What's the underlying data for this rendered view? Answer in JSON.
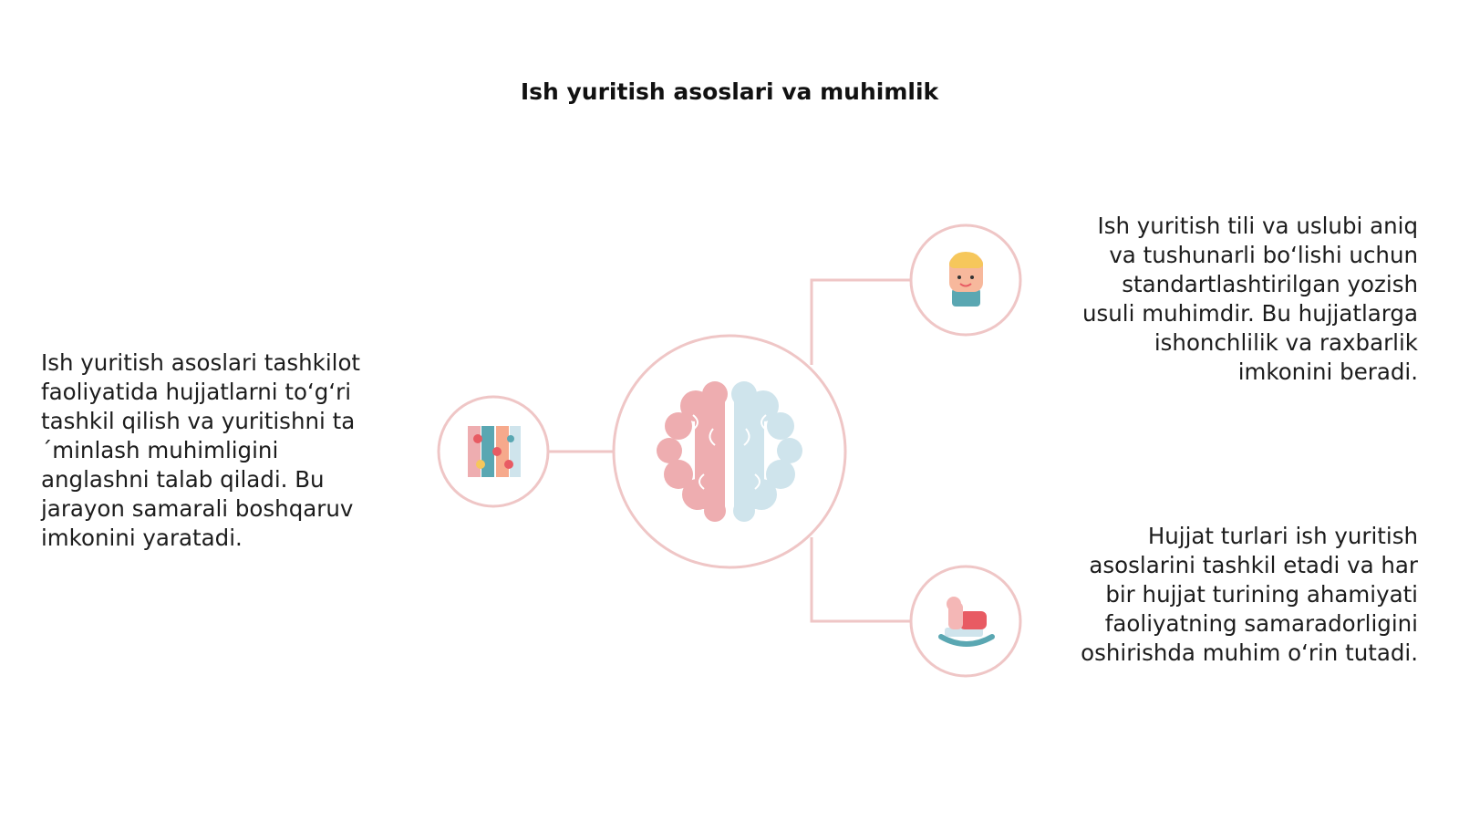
{
  "slide": {
    "title": "Ish yuritish asoslari va muhimlik",
    "left_text": "Ish yuritish asoslari tashkilot faoliyatida hujjatlarni to‘g‘ri tashkil qilish va yuritishni ta´minlash muhimligini anglashni talab qiladi. Bu jarayon samarali boshqaruv imkonini yaratadi.",
    "right_top_text": "Ish yuritish tili va uslubi aniq va tushunarli bo‘lishi uchun standartlashtirilgan yozish usuli muhimdir. Bu hujjatlarga ishonchlilik va raxbarlik imkonini beradi.",
    "right_bottom_text": "Hujjat turlari ish yuritish asoslarini tashkil etadi va har bir hujjat turining ahamiyati faoliyatning samaradorligini oshirishda muhim o‘rin tutadi."
  },
  "diagram": {
    "center_icon": "brain-icon",
    "left_icon": "puzzle-icon",
    "top_right_icon": "person-icon",
    "bottom_right_icon": "rocking-horse-icon",
    "colors": {
      "connector": "#efc6c6",
      "brain_left": "#eeadb0",
      "brain_right": "#cfe4ec",
      "accent_teal": "#5aa7b2",
      "accent_red": "#e85b63",
      "accent_yellow": "#f6c75b"
    }
  }
}
